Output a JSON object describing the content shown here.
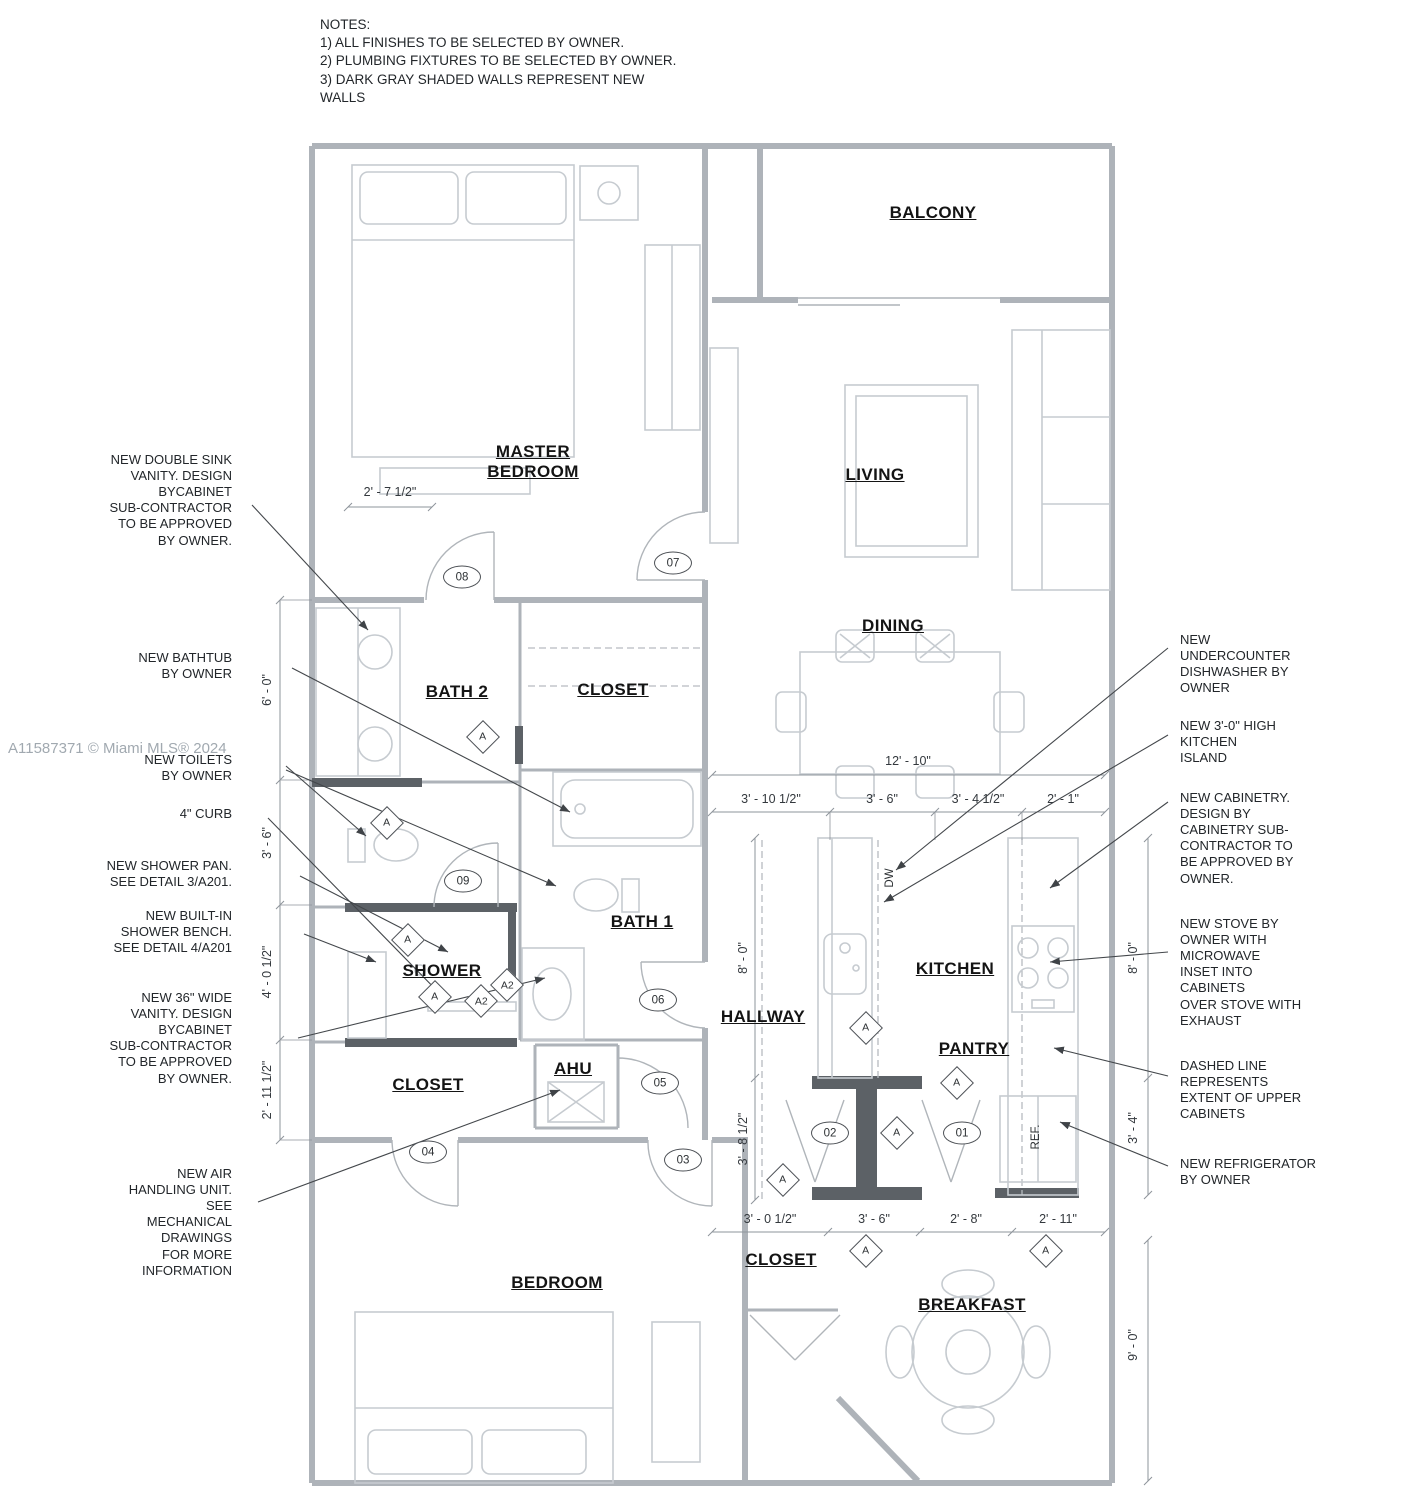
{
  "watermark": "A11587371 © Miami MLS® 2024",
  "notes": {
    "title": "NOTES:",
    "line1": "1) ALL FINISHES TO BE SELECTED BY OWNER.",
    "line2": "2) PLUMBING FIXTURES TO BE SELECTED BY OWNER.",
    "line3": "3) DARK GRAY SHADED WALLS REPRESENT NEW",
    "line4": "WALLS"
  },
  "rooms": {
    "balcony": "BALCONY",
    "master_bedroom": "MASTER\nBEDROOM",
    "living": "LIVING",
    "dining": "DINING",
    "bath2": "BATH 2",
    "closet_upper": "CLOSET",
    "bath1": "BATH 1",
    "shower": "SHOWER",
    "hallway": "HALLWAY",
    "kitchen": "KITCHEN",
    "pantry": "PANTRY",
    "closet_mid": "CLOSET",
    "ahu": "AHU",
    "bedroom": "BEDROOM",
    "closet_bottom": "CLOSET",
    "breakfast": "BREAKFAST"
  },
  "fixtures": {
    "dishwasher": "DW",
    "refrigerator": "REF."
  },
  "door_tags": [
    "08",
    "07",
    "09",
    "06",
    "05",
    "04",
    "03",
    "02",
    "01"
  ],
  "markers": {
    "a": "A",
    "a2": "A2"
  },
  "annotations_left": [
    "NEW DOUBLE SINK\nVANITY. DESIGN\nBYCABINET\nSUB-CONTRACTOR\nTO BE APPROVED\nBY OWNER.",
    "NEW BATHTUB\nBY OWNER",
    "NEW TOILETS\nBY OWNER",
    "4\" CURB",
    "NEW SHOWER PAN.\nSEE DETAIL 3/A201.",
    "NEW BUILT-IN\nSHOWER BENCH.\nSEE DETAIL 4/A201",
    "NEW 36\" WIDE\nVANITY. DESIGN\nBYCABINET\nSUB-CONTRACTOR\nTO BE APPROVED\nBY OWNER.",
    "NEW AIR\nHANDLING UNIT.\nSEE\nMECHANICAL\nDRAWINGS\nFOR MORE\nINFORMATION"
  ],
  "annotations_right": [
    "NEW\nUNDERCOUNTER\nDISHWASHER BY\nOWNER",
    "NEW 3'-0\" HIGH\nKITCHEN\nISLAND",
    "NEW CABINETRY.\nDESIGN BY\nCABINETRY SUB-\nCONTRACTOR TO\nBE APPROVED BY\nOWNER.",
    "NEW STOVE BY\nOWNER WITH\nMICROWAVE\nINSET INTO\nCABINETS\nOVER STOVE WITH\nEXHAUST",
    "DASHED LINE\nREPRESENTS\nEXTENT OF UPPER\nCABINETS",
    "NEW REFRIGERATOR\nBY OWNER"
  ],
  "dimensions": {
    "d_2_7_half": "2' - 7 1/2\"",
    "d_6_0": "6' - 0\"",
    "d_3_6_left": "3' - 6\"",
    "d_4_0_half": "4' - 0 1/2\"",
    "d_2_11_half": "2' - 11 1/2\"",
    "d_12_10": "12' - 10\"",
    "d_3_10_half": "3' - 10 1/2\"",
    "d_3_6_mid": "3' - 6\"",
    "d_3_4_half": "3' - 4 1/2\"",
    "d_2_1": "2' - 1\"",
    "d_8_0_left": "8' - 0\"",
    "d_8_0_right": "8' - 0\"",
    "d_3_8_half": "3' - 8 1/2\"",
    "d_3_4": "3' - 4\"",
    "d_3_0_half": "3' - 0 1/2\"",
    "d_3_6_bottom": "3' - 6\"",
    "d_2_8": "2' - 8\"",
    "d_2_11": "2' - 11\"",
    "d_9_0": "9' - 0\""
  }
}
